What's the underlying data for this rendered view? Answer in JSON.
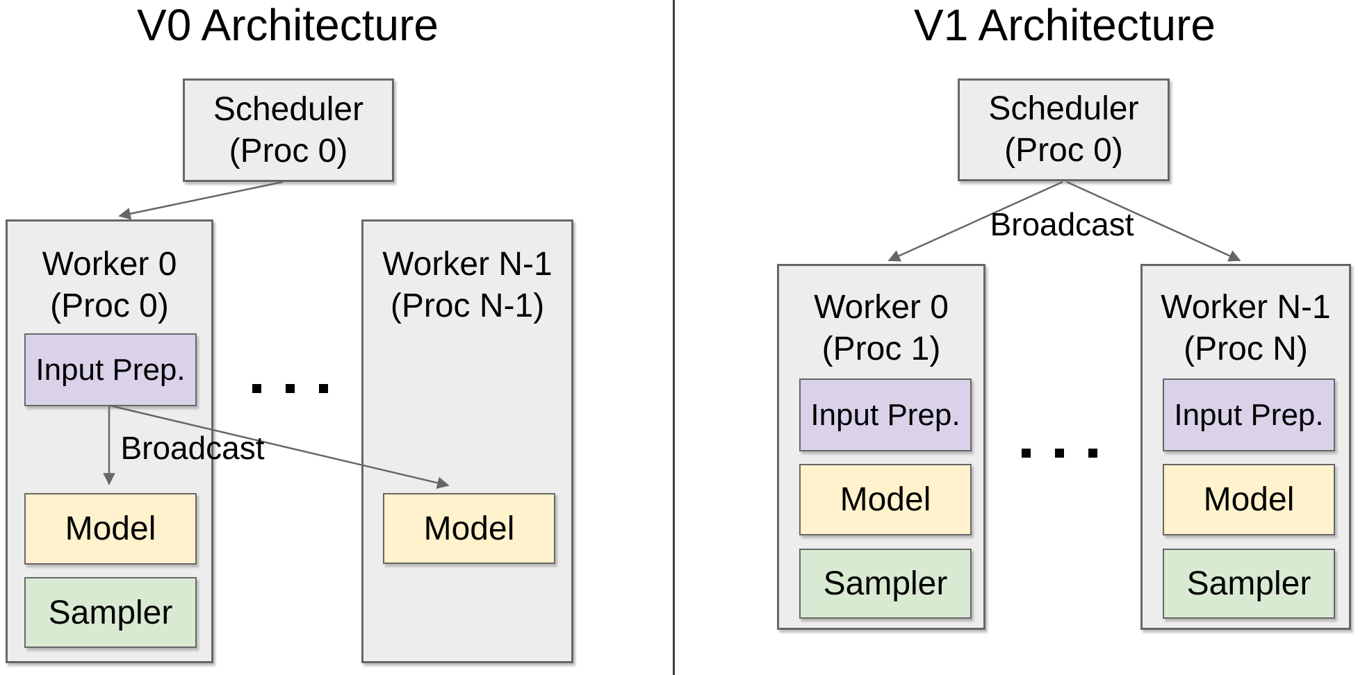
{
  "left": {
    "title": "V0 Architecture",
    "scheduler": {
      "name": "Scheduler",
      "proc": "(Proc 0)"
    },
    "broadcast": "Broadcast",
    "ellipsis": ". . .",
    "worker0": {
      "name": "Worker 0",
      "proc": "(Proc 0)",
      "blocks": {
        "input_prep": "Input Prep.",
        "model": "Model",
        "sampler": "Sampler"
      }
    },
    "workerN": {
      "name": "Worker N-1",
      "proc": "(Proc N-1)",
      "blocks": {
        "model": "Model"
      }
    }
  },
  "right": {
    "title": "V1 Architecture",
    "scheduler": {
      "name": "Scheduler",
      "proc": "(Proc 0)"
    },
    "broadcast": "Broadcast",
    "ellipsis": ". . .",
    "worker0": {
      "name": "Worker 0",
      "proc": "(Proc 1)",
      "blocks": {
        "input_prep": "Input Prep.",
        "model": "Model",
        "sampler": "Sampler"
      }
    },
    "workerN": {
      "name": "Worker N-1",
      "proc": "(Proc N)",
      "blocks": {
        "input_prep": "Input Prep.",
        "model": "Model",
        "sampler": "Sampler"
      }
    }
  },
  "colors": {
    "container_fill": "#ededed",
    "container_border": "#666666",
    "input_prep_fill": "#d9d2e9",
    "model_fill": "#fff2cc",
    "sampler_fill": "#d9ead3",
    "arrow": "#666666",
    "divider": "#3d3d3d",
    "text": "#000000",
    "background": "#ffffff"
  }
}
